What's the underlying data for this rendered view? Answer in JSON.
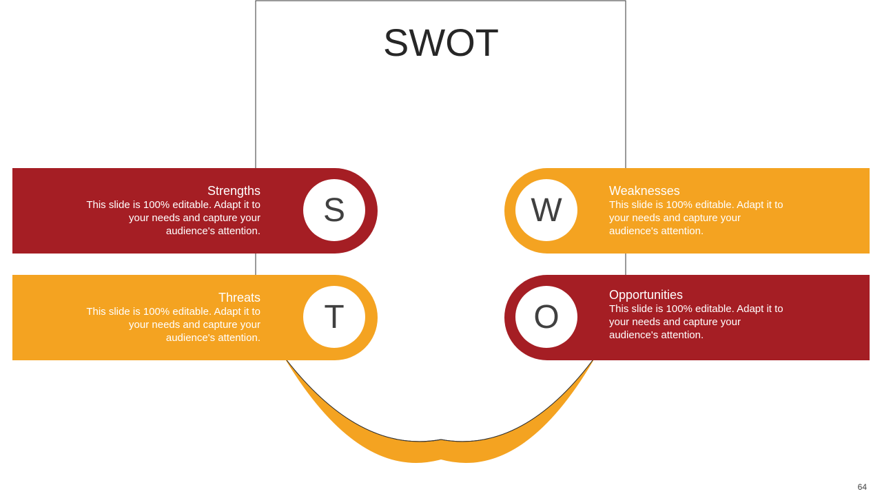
{
  "slide": {
    "title": "SWOT",
    "page_number": "64"
  },
  "quadrants": {
    "strengths": {
      "letter": "S",
      "heading": "Strengths",
      "desc_lines": [
        "This slide is 100% editable. Adapt it to",
        "your needs and capture your",
        "audience's attention."
      ]
    },
    "weaknesses": {
      "letter": "W",
      "heading": "Weaknesses",
      "desc_lines": [
        "This slide is 100% editable. Adapt it to",
        "your needs and capture your",
        "audience's attention."
      ]
    },
    "threats": {
      "letter": "T",
      "heading": "Threats",
      "desc_lines": [
        "This slide is 100% editable. Adapt it to",
        "your needs and capture your",
        "audience's attention."
      ]
    },
    "opportunities": {
      "letter": "O",
      "heading": "Opportunities",
      "desc_lines": [
        "This slide is 100% editable. Adapt it to",
        "your needs and capture your",
        "audience's attention."
      ]
    }
  },
  "colors": {
    "red": "#a51e24",
    "orange": "#f4a321",
    "text_dark": "#262626"
  }
}
